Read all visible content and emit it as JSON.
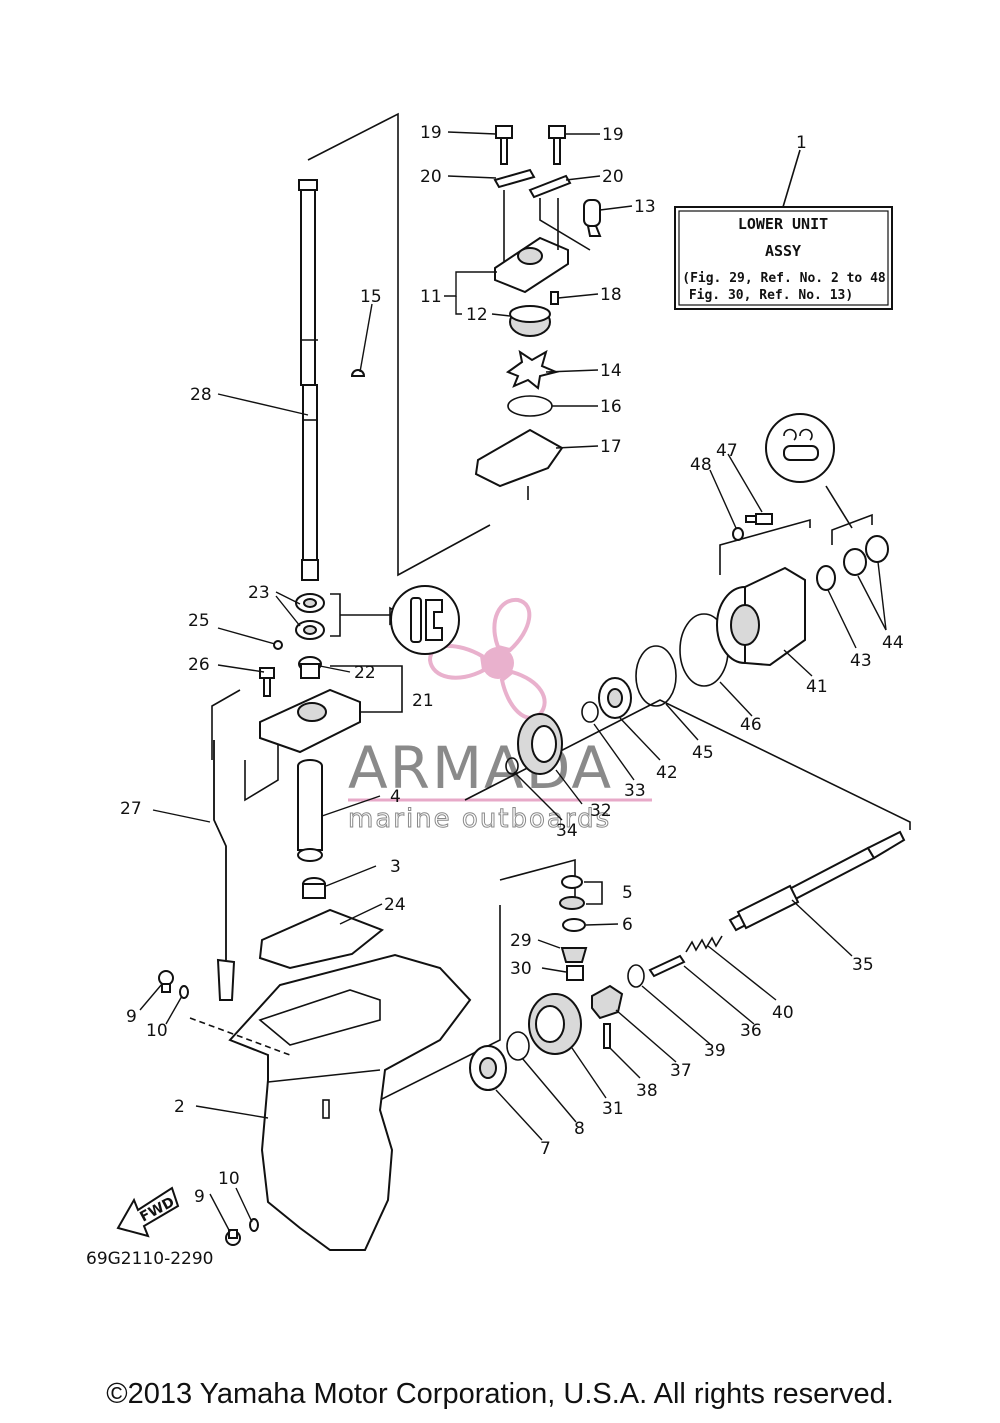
{
  "note": {
    "line1": "LOWER UNIT",
    "line2": "ASSY",
    "line3": "(Fig. 29, Ref. No. 2 to 48",
    "line4": "Fig. 30, Ref. No. 13)"
  },
  "callouts": {
    "c1": "1",
    "c2": "2",
    "c3": "3",
    "c4": "4",
    "c5": "5",
    "c6": "6",
    "c7": "7",
    "c8": "8",
    "c9a": "9",
    "c9b": "9",
    "c10a": "10",
    "c10b": "10",
    "c11": "11",
    "c12": "12",
    "c13": "13",
    "c14": "14",
    "c15": "15",
    "c16": "16",
    "c17": "17",
    "c18": "18",
    "c19a": "19",
    "c19b": "19",
    "c20a": "20",
    "c20b": "20",
    "c21": "21",
    "c22": "22",
    "c23": "23",
    "c24": "24",
    "c25": "25",
    "c26": "26",
    "c27": "27",
    "c28": "28",
    "c29": "29",
    "c30": "30",
    "c31": "31",
    "c32": "32",
    "c33": "33",
    "c34": "34",
    "c35": "35",
    "c36": "36",
    "c37": "37",
    "c38": "38",
    "c39": "39",
    "c40": "40",
    "c41": "41",
    "c42": "42",
    "c43": "43",
    "c44": "44",
    "c45": "45",
    "c46": "46",
    "c47": "47",
    "c48": "48"
  },
  "fwd_label": "FWD",
  "drawing_code": "69G2110-2290",
  "watermark": {
    "brand": "ARMADA",
    "tagline": "marine outboards",
    "accent_color": "#e7a9c8"
  },
  "copyright": "©2013 Yamaha Motor Corporation, U.S.A. All rights reserved."
}
